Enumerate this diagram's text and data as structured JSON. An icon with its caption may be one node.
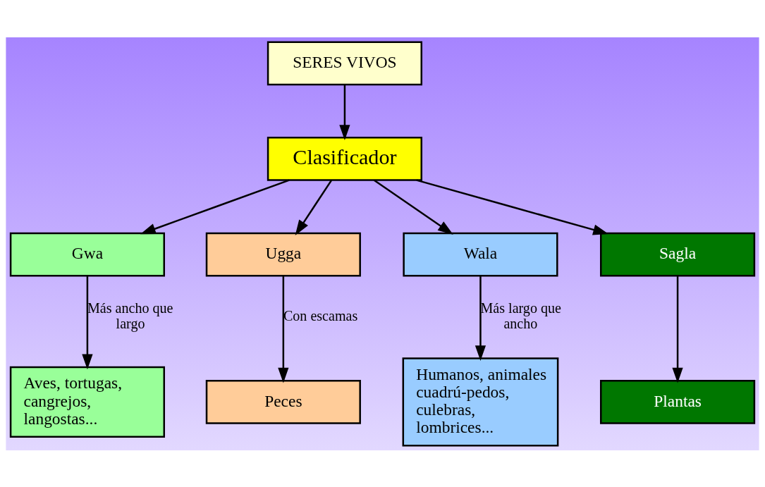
{
  "diagram": {
    "nodes": [
      {
        "text": [
          "SERES VIVOS"
        ]
      },
      {
        "text": [
          "Clasificador"
        ]
      },
      {
        "text": [
          "Gwa"
        ]
      },
      {
        "text": [
          "Ugga"
        ]
      },
      {
        "text": [
          "Wala"
        ]
      },
      {
        "text": [
          "Sagla"
        ]
      },
      {
        "text": [
          "Aves, tortugas, cangrejos, langostas..."
        ]
      },
      {
        "text": [
          "Peces"
        ]
      },
      {
        "text": [
          "Humanos, animales cuadrú-pedos, culebras, lombrices..."
        ]
      },
      {
        "text": [
          "Plantas"
        ]
      }
    ],
    "edges": [
      {
        "from": 0,
        "to": 1,
        "arrow": "to"
      },
      {
        "from": 1,
        "to": 2,
        "arrow": "to"
      },
      {
        "from": 1,
        "to": 3,
        "arrow": "to"
      },
      {
        "from": 1,
        "to": 4,
        "arrow": "to"
      },
      {
        "from": 1,
        "to": 5,
        "arrow": "to"
      },
      {
        "from": 2,
        "to": 6,
        "arrow": "to",
        "label": "Más ancho que largo"
      },
      {
        "from": 3,
        "to": 7,
        "arrow": "to",
        "label": "Con escamas"
      },
      {
        "from": 4,
        "to": 8,
        "arrow": "to",
        "label": "Más largo que ancho"
      },
      {
        "from": 5,
        "to": 9,
        "arrow": "to"
      }
    ]
  }
}
